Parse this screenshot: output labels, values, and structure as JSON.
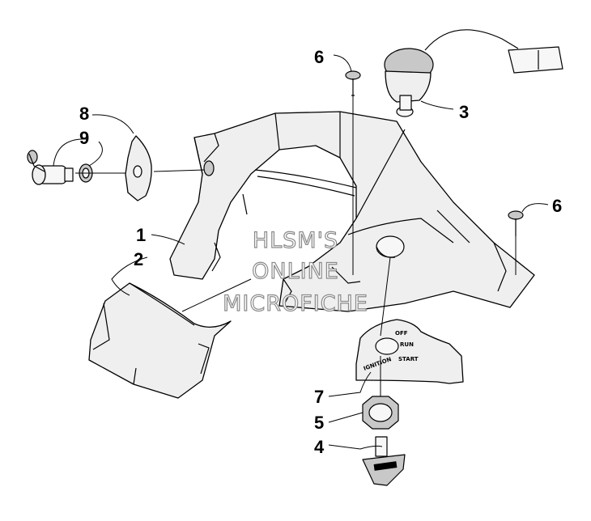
{
  "callouts": {
    "c1": "1",
    "c2": "2",
    "c3": "3",
    "c4": "4",
    "c5": "5",
    "c6a": "6",
    "c6b": "6",
    "c7": "7",
    "c8": "8",
    "c9": "9"
  },
  "ignition_plate": {
    "off": "OFF",
    "run": "RUN",
    "start": "START",
    "ignition": "IGNITION"
  },
  "watermark": {
    "line1": "HLSM'S",
    "line2": "ONLINE",
    "line3": "MICROFICHE"
  }
}
